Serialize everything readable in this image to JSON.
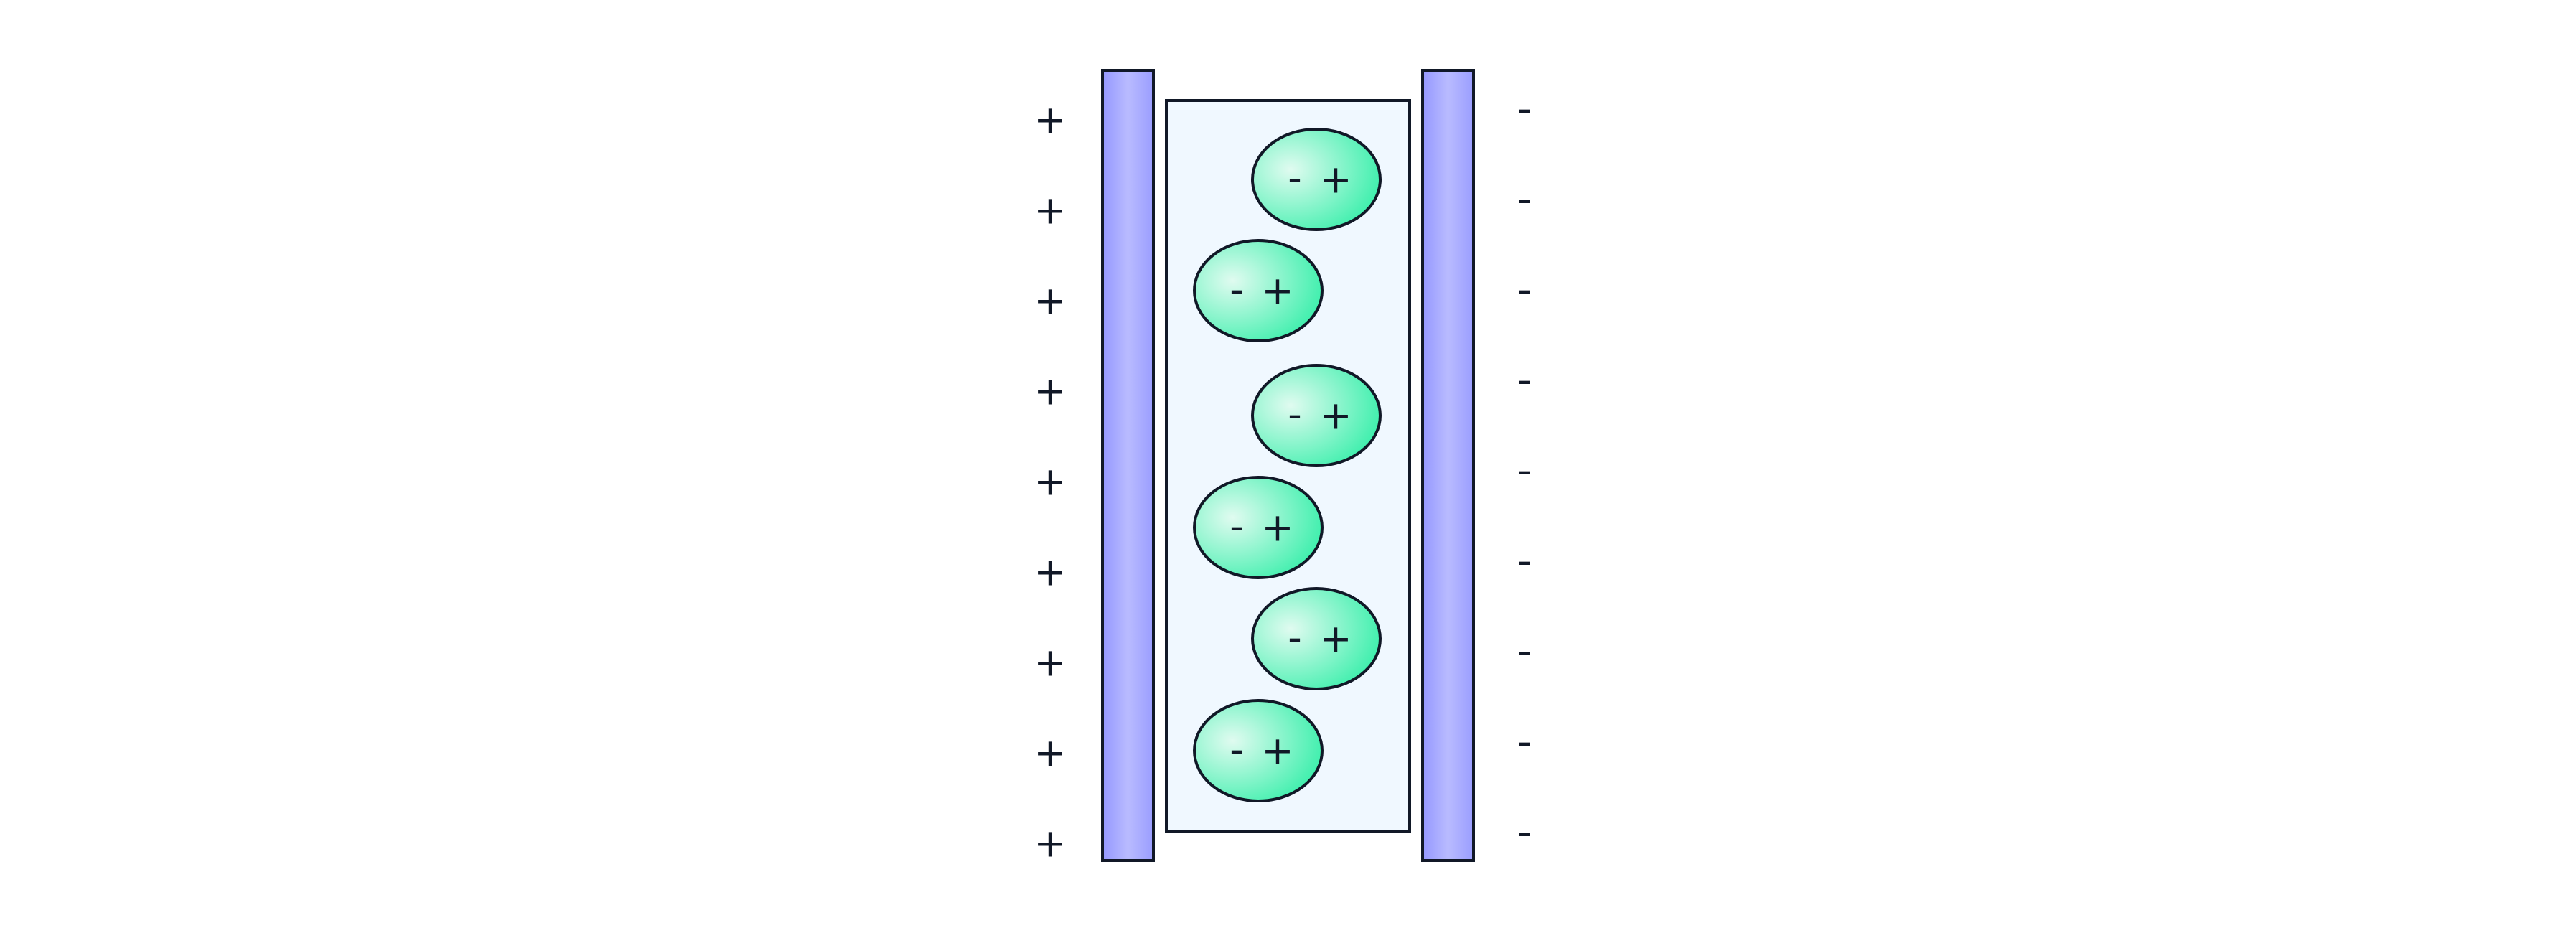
{
  "diagram": {
    "left_plate_charges": [
      "+",
      "+",
      "+",
      "+",
      "+",
      "+",
      "+",
      "+",
      "+"
    ],
    "right_plate_charges": [
      "-",
      "-",
      "-",
      "-",
      "-",
      "-",
      "-",
      "-",
      "-"
    ],
    "dipoles": [
      {
        "neg": "-",
        "pos": "+",
        "column": "right"
      },
      {
        "neg": "-",
        "pos": "+",
        "column": "left"
      },
      {
        "neg": "-",
        "pos": "+",
        "column": "right"
      },
      {
        "neg": "-",
        "pos": "+",
        "column": "left"
      },
      {
        "neg": "-",
        "pos": "+",
        "column": "right"
      },
      {
        "neg": "-",
        "pos": "+",
        "column": "left"
      }
    ],
    "colors": {
      "plate": "#a5a8ff",
      "dielectric": "#f0f8ff",
      "dipole": "#34f0a8",
      "stroke": "#111827"
    }
  }
}
